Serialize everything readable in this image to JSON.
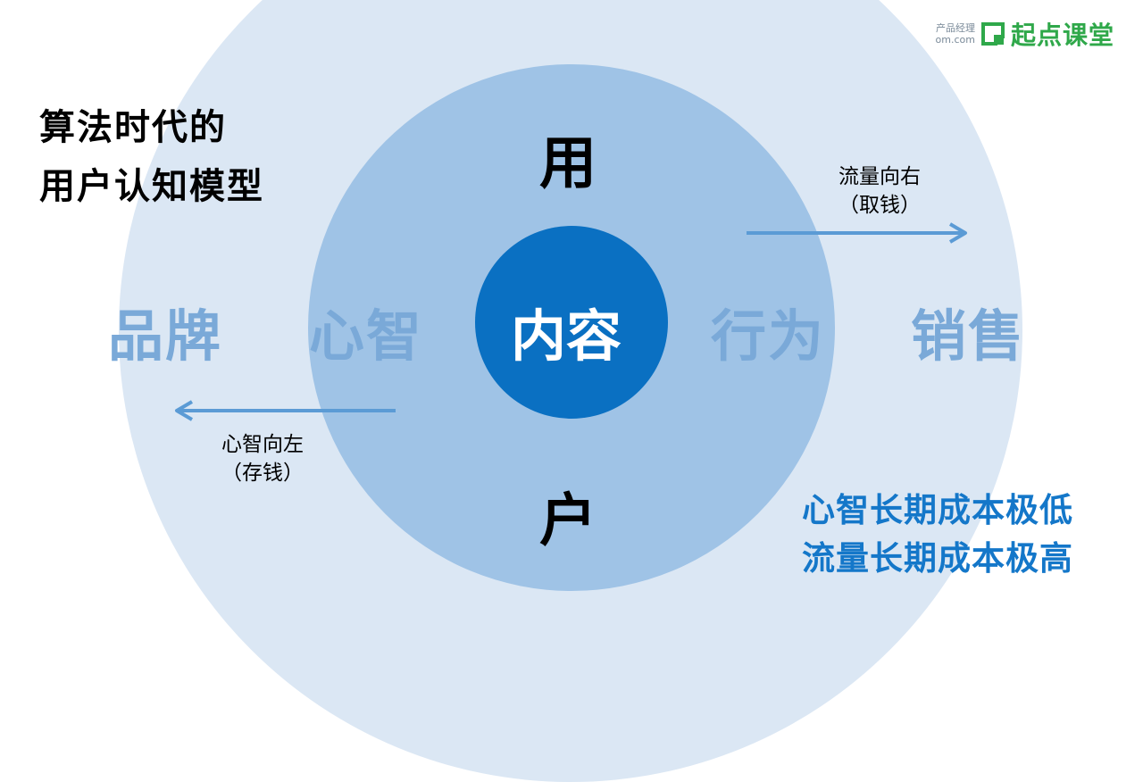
{
  "title": {
    "line1": "算法时代的",
    "line2": "用户认知模型"
  },
  "logo": {
    "tagline_top": "产品经理",
    "tagline_bottom": "om.com",
    "name": "起点课堂"
  },
  "diagram": {
    "user_top": "用",
    "user_bottom": "户",
    "center": "内容",
    "left_outer": "品牌",
    "left_inner": "心智",
    "right_inner": "行为",
    "right_outer": "销售"
  },
  "arrows": {
    "right": {
      "line1": "流量向右",
      "line2": "（取钱）"
    },
    "left": {
      "line1": "心智向左",
      "line2": "（存钱）"
    }
  },
  "notes": {
    "line1": "心智长期成本极低",
    "line2": "流量长期成本极高"
  },
  "colors": {
    "outer": "#dbe7f4",
    "middle": "#9fc3e6",
    "inner": "#0a70c2",
    "label": "#7aa9d8",
    "arrow": "#5b9bd5",
    "accent": "#1477c9",
    "logo": "#2fa84a"
  }
}
